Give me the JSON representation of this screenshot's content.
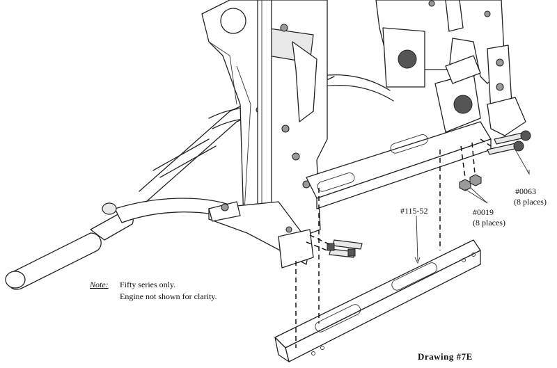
{
  "labels": {
    "part_0063": "#0063",
    "part_0063_qty": "(8 places)",
    "part_0019": "#0019",
    "part_0019_qty": "(8 places)",
    "part_115_52": "#115-52",
    "note_key": "Note:",
    "note_line1": "Fifty series only.",
    "note_line2": "Engine not shown for clarity.",
    "drawing_title": "Drawing #7E"
  },
  "colors": {
    "ink": "#222222",
    "background": "#ffffff",
    "shade": "#e8e8e8"
  }
}
